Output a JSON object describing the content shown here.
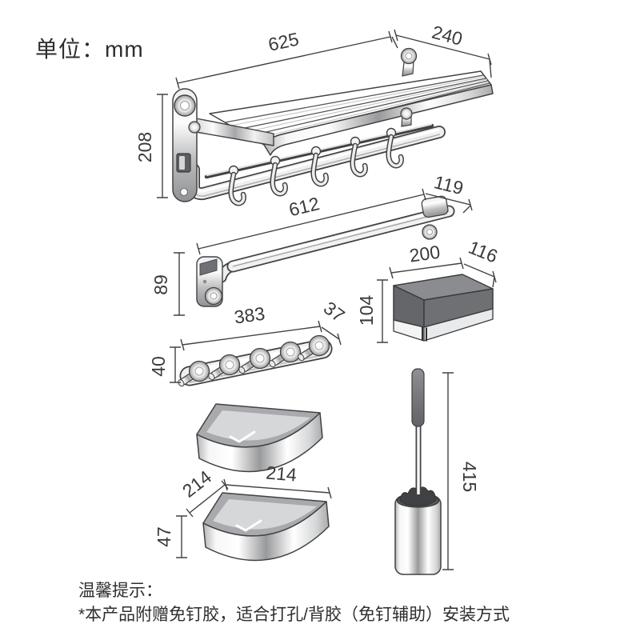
{
  "unit_label": "单位：mm",
  "dimensions": {
    "towel_rack": {
      "width": "625",
      "depth": "240",
      "height": "208"
    },
    "towel_bar": {
      "length": "612",
      "depth": "119",
      "height": "89"
    },
    "storage_box": {
      "width": "200",
      "depth": "116",
      "height": "104"
    },
    "hook_rail": {
      "length": "383",
      "depth": "37",
      "height": "40"
    },
    "corner_shelf": {
      "width": "214",
      "depth": "214",
      "height": "47"
    },
    "toilet_brush": {
      "height": "415"
    }
  },
  "footnote": {
    "title": "温馨提示：",
    "text": "*本产品附赠免钉胶，适合打孔/背胶（免钉辅助）安装方式"
  },
  "colors": {
    "background": "#ffffff",
    "line": "#424242",
    "text": "#2e2e2e",
    "box_gray": "#6f7073",
    "handle_gray": "#797a7e"
  }
}
